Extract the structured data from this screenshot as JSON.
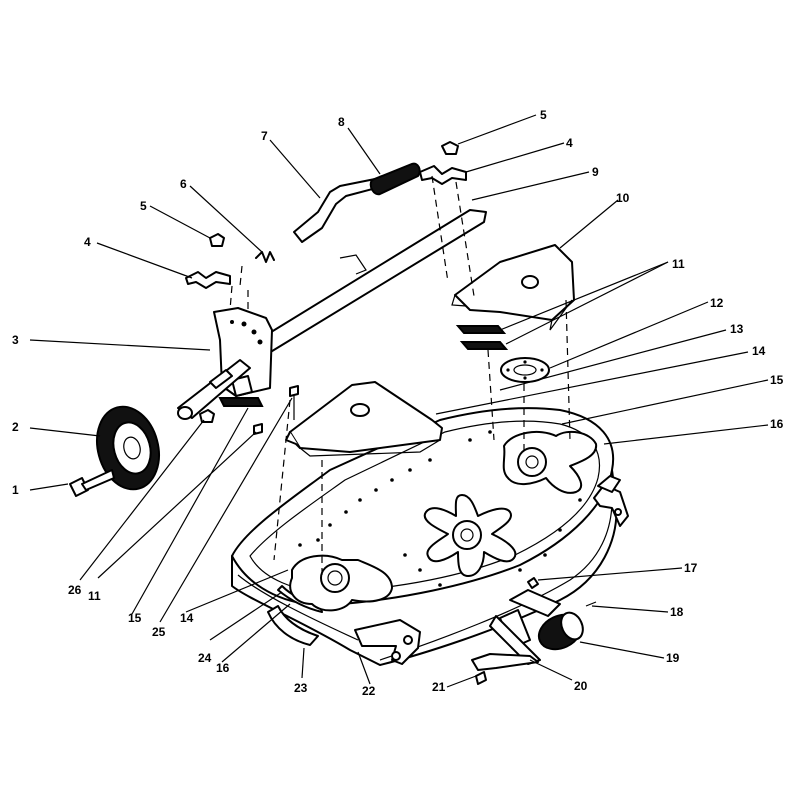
{
  "diagram": {
    "callouts": [
      {
        "id": "c1",
        "label": "1"
      },
      {
        "id": "c2",
        "label": "2"
      },
      {
        "id": "c3",
        "label": "3"
      },
      {
        "id": "c4a",
        "label": "4"
      },
      {
        "id": "c4b",
        "label": "4"
      },
      {
        "id": "c5a",
        "label": "5"
      },
      {
        "id": "c5b",
        "label": "5"
      },
      {
        "id": "c6",
        "label": "6"
      },
      {
        "id": "c7",
        "label": "7"
      },
      {
        "id": "c8",
        "label": "8"
      },
      {
        "id": "c9",
        "label": "9"
      },
      {
        "id": "c10",
        "label": "10"
      },
      {
        "id": "c11a",
        "label": "11"
      },
      {
        "id": "c11b",
        "label": "11"
      },
      {
        "id": "c12",
        "label": "12"
      },
      {
        "id": "c13",
        "label": "13"
      },
      {
        "id": "c14a",
        "label": "14"
      },
      {
        "id": "c14b",
        "label": "14"
      },
      {
        "id": "c15a",
        "label": "15"
      },
      {
        "id": "c15b",
        "label": "15"
      },
      {
        "id": "c16a",
        "label": "16"
      },
      {
        "id": "c16b",
        "label": "16"
      },
      {
        "id": "c17",
        "label": "17"
      },
      {
        "id": "c18",
        "label": "18"
      },
      {
        "id": "c19",
        "label": "19"
      },
      {
        "id": "c20",
        "label": "20"
      },
      {
        "id": "c21",
        "label": "21"
      },
      {
        "id": "c22",
        "label": "22"
      },
      {
        "id": "c23",
        "label": "23"
      },
      {
        "id": "c24",
        "label": "24"
      },
      {
        "id": "c25",
        "label": "25"
      },
      {
        "id": "c26",
        "label": "26"
      }
    ]
  }
}
